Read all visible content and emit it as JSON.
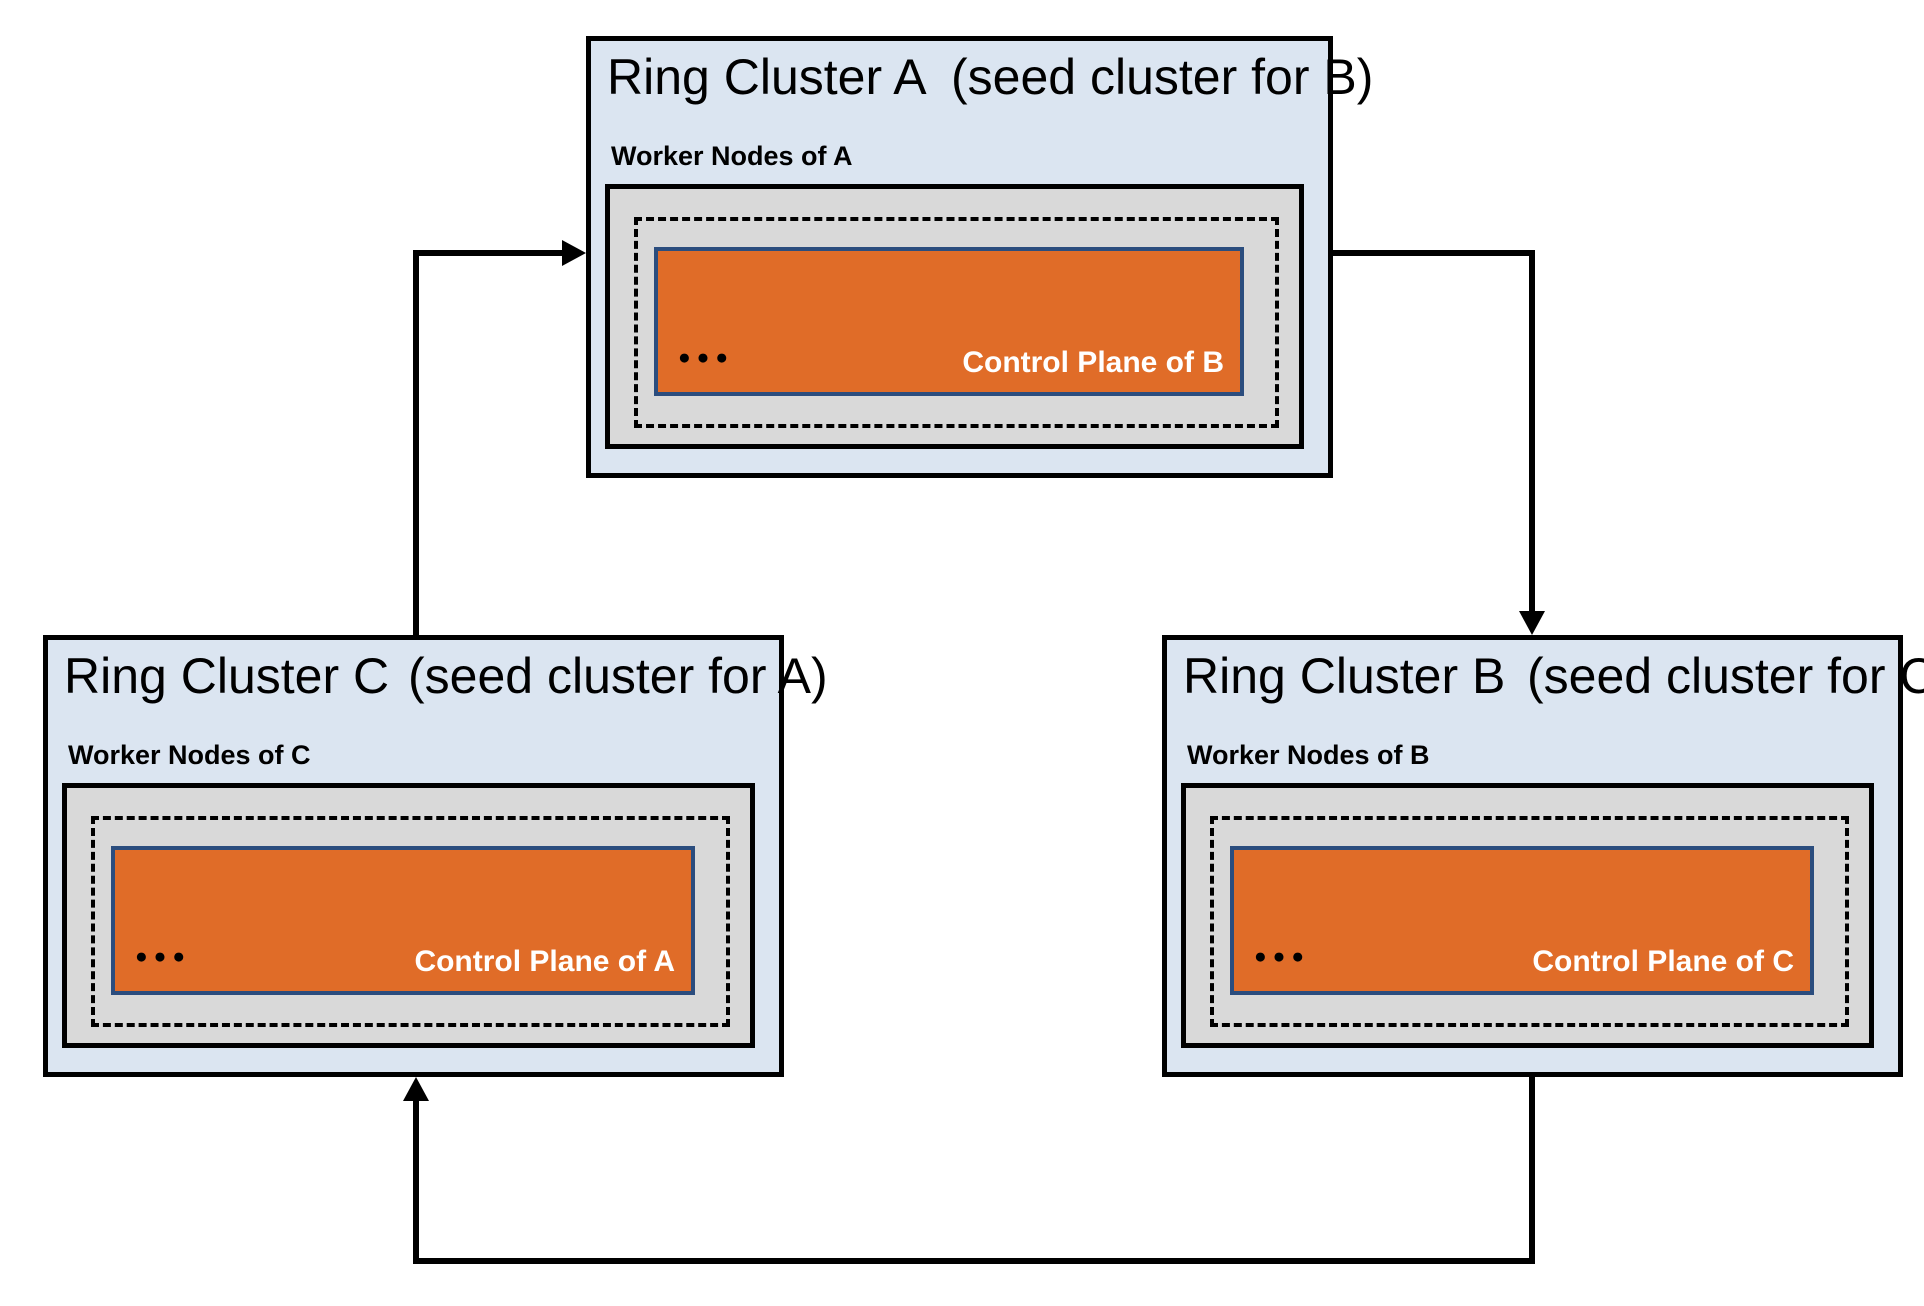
{
  "diagram": {
    "clusters": {
      "a": {
        "title": "Ring Cluster A",
        "subtitle": "(seed cluster for B)",
        "worker_label": "Worker Nodes of A",
        "control_plane_label": "Control Plane of B",
        "ellipsis": "●●●"
      },
      "b": {
        "title": "Ring Cluster B",
        "subtitle": "(seed cluster for C)",
        "worker_label": "Worker Nodes of B",
        "control_plane_label": "Control Plane of C",
        "ellipsis": "●●●"
      },
      "c": {
        "title": "Ring Cluster C",
        "subtitle": "(seed cluster for A)",
        "worker_label": "Worker Nodes of C",
        "control_plane_label": "Control Plane of A",
        "ellipsis": "●●●"
      }
    },
    "arrows": [
      {
        "from": "Ring Cluster C",
        "to": "Ring Cluster A"
      },
      {
        "from": "Ring Cluster A",
        "to": "Ring Cluster B"
      },
      {
        "from": "Ring Cluster B",
        "to": "Ring Cluster C"
      }
    ],
    "colors": {
      "cluster_bg": "#dbe5f1",
      "cluster_border": "#000000",
      "worker_box_bg": "#d9d9d9",
      "worker_box_border": "#000000",
      "dashed_border": "#000000",
      "control_plane_bg": "#e06c28",
      "control_plane_border": "#2b4d7e",
      "control_plane_text": "#ffffff",
      "arrow": "#000000"
    }
  }
}
